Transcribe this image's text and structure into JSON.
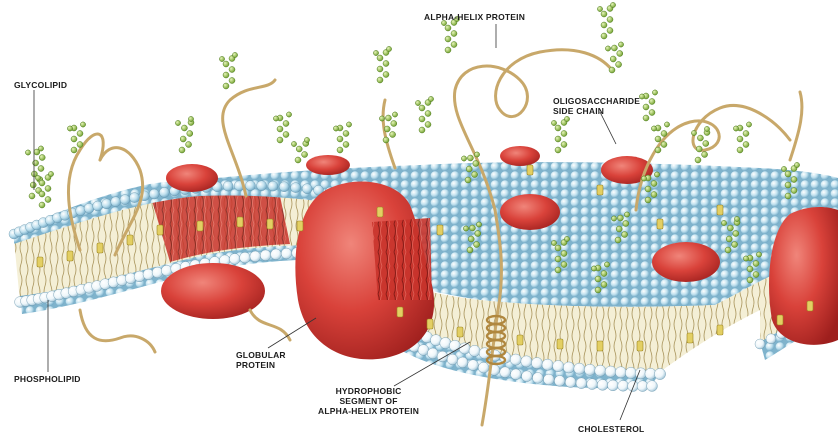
{
  "labels": {
    "glycolipid": "GLYCOLIPID",
    "phospholipid": "PHOSPHOLIPID",
    "alpha_helix_protein": "ALPHA-HELIX PROTEIN",
    "oligosaccharide_line1": "OLIGOSACCHARIDE",
    "oligosaccharide_line2": "SIDE CHAIN",
    "globular_line1": "GLOBULAR",
    "globular_line2": "PROTEIN",
    "hydrophobic_line1": "HYDROPHOBIC",
    "hydrophobic_line2": "SEGMENT OF",
    "hydrophobic_line3": "ALPHA-HELIX PROTEIN",
    "cholesterol": "CHOLESTEROL"
  },
  "colors": {
    "head_blue": "#a9d3e6",
    "protein_red": "#d9423a",
    "tail_yellow": "#e3cf63",
    "sugar_green": "#9cc95a",
    "strand_tan": "#c8a86a"
  }
}
